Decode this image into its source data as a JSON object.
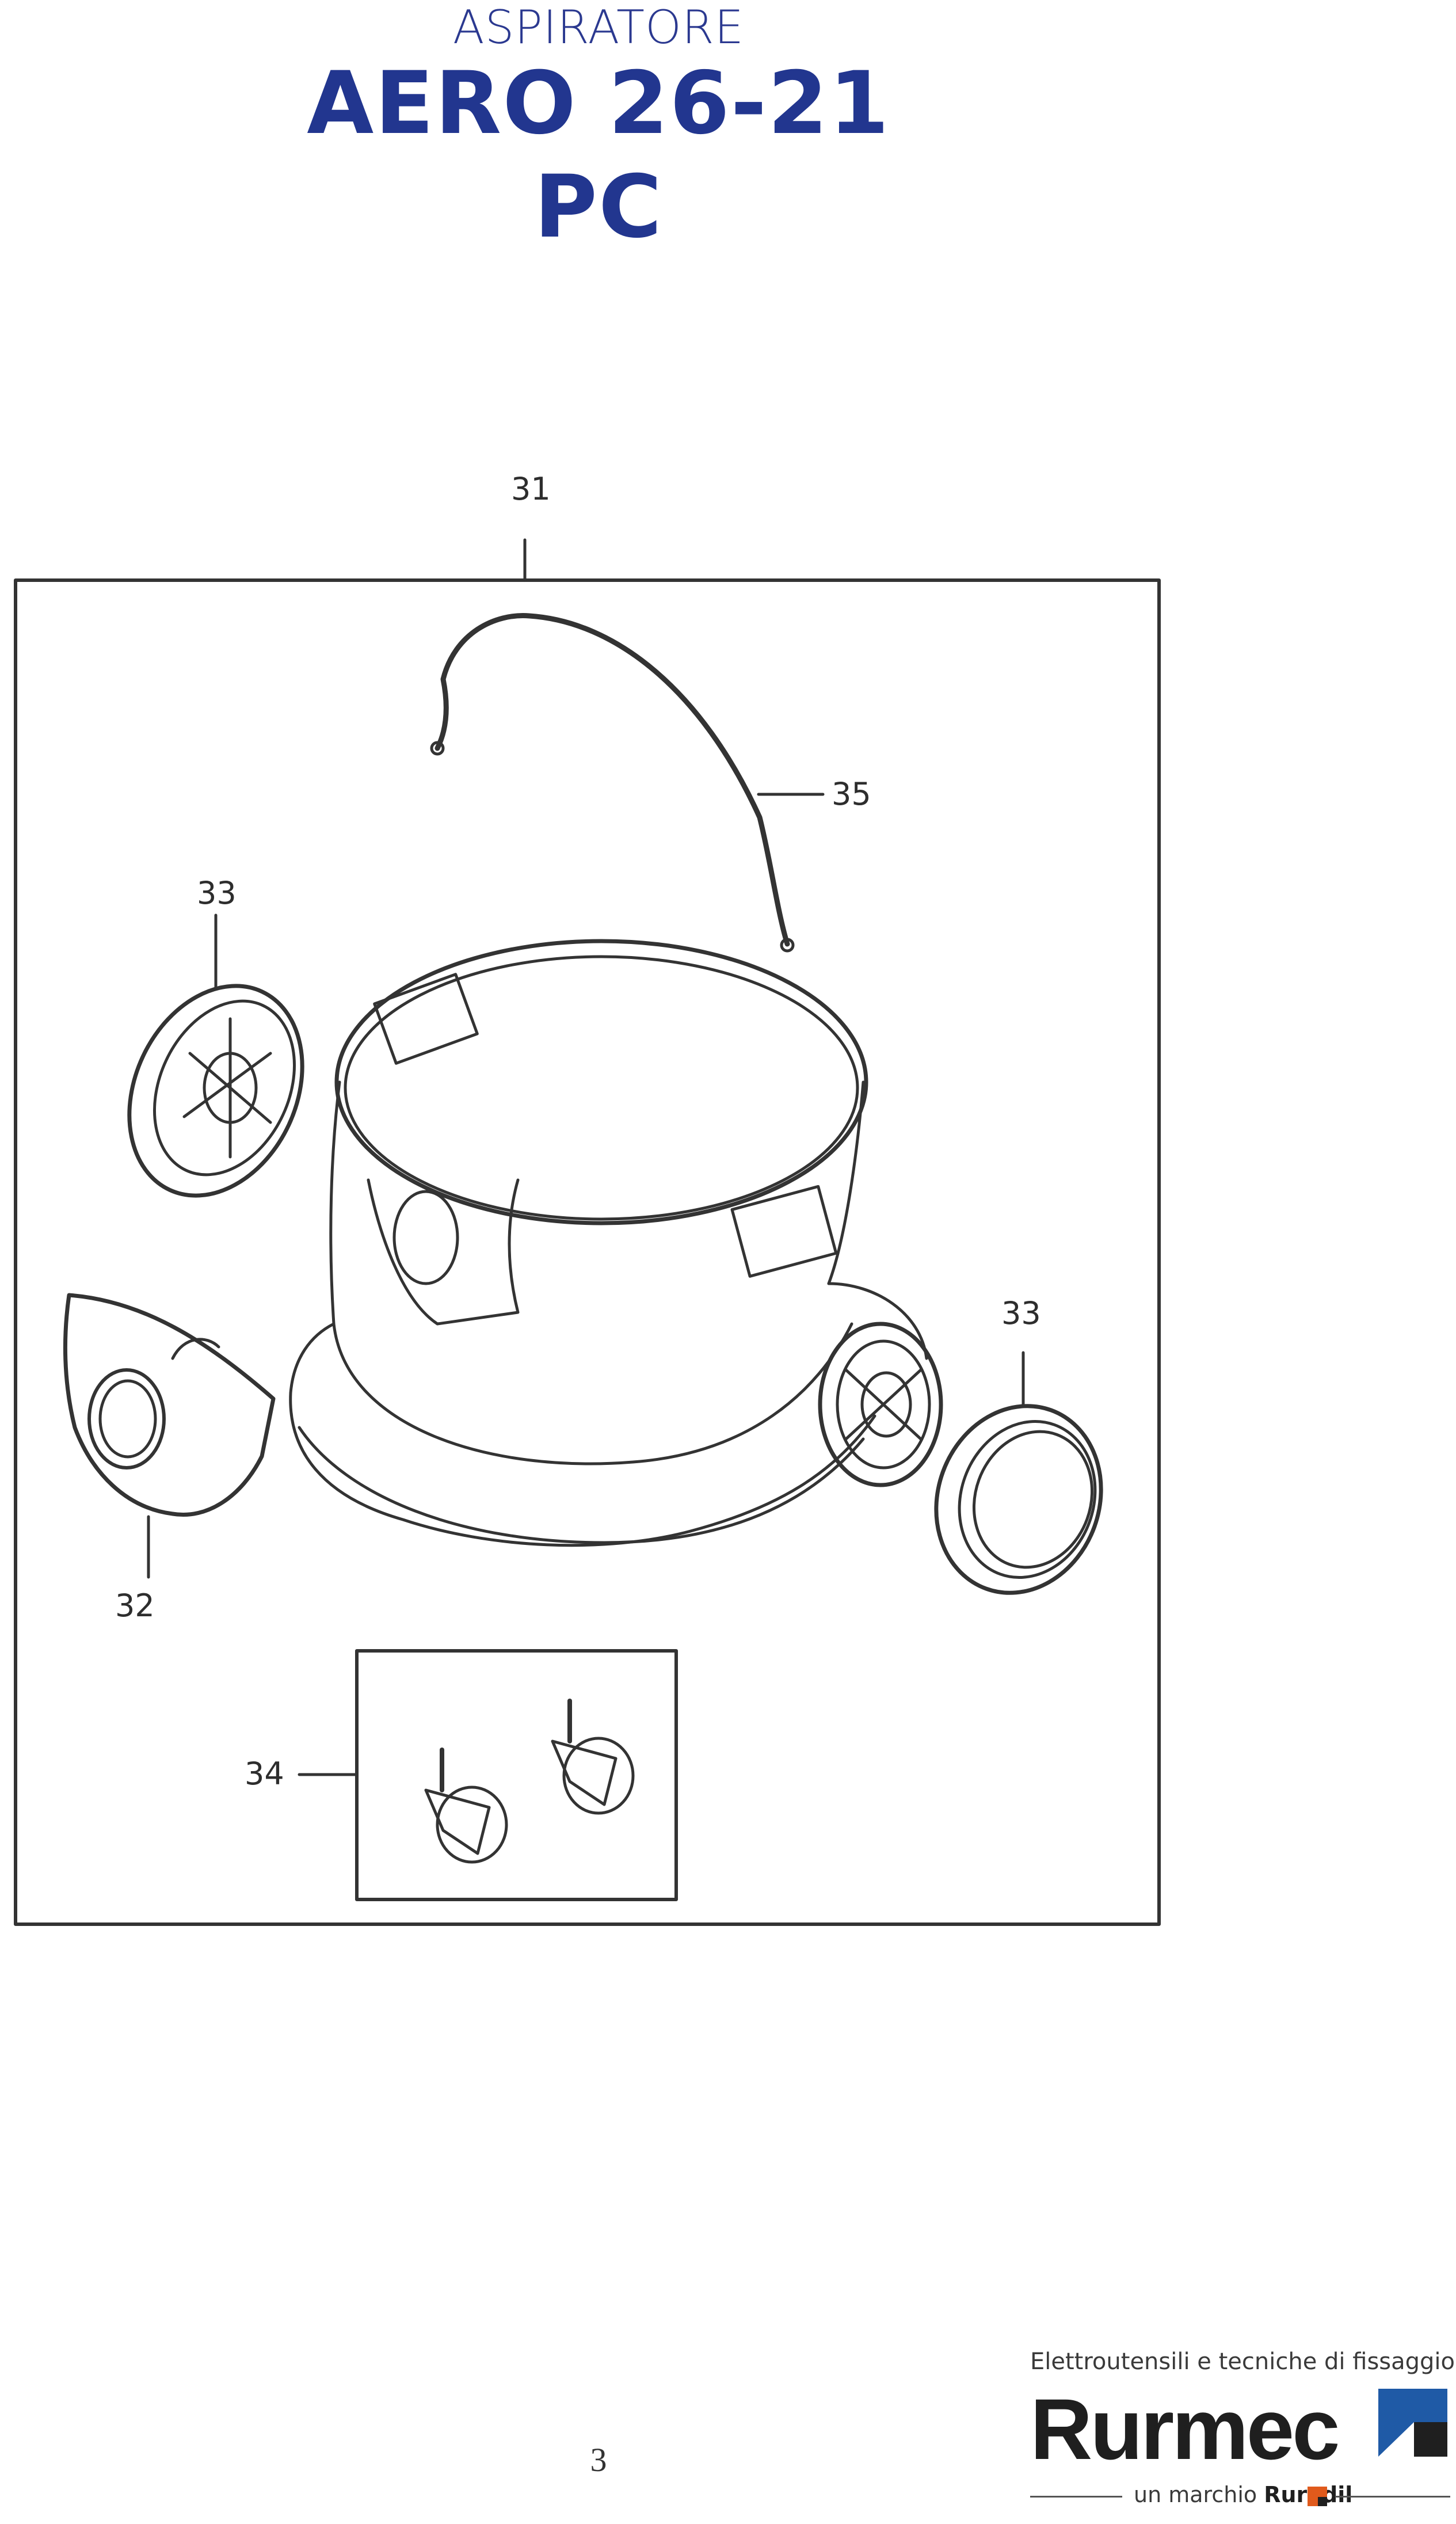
{
  "header": {
    "product_type": "ASPIRATORE",
    "model": "AERO 26-21 PC"
  },
  "diagram": {
    "callouts": [
      {
        "id": "31",
        "label": "31"
      },
      {
        "id": "35",
        "label": "35"
      },
      {
        "id": "33a",
        "label": "33"
      },
      {
        "id": "33b",
        "label": "33"
      },
      {
        "id": "32",
        "label": "32"
      },
      {
        "id": "34",
        "label": "34"
      }
    ]
  },
  "footer": {
    "page_number": "3",
    "tagline": "Elettroutensili e tecniche di fissaggio",
    "brand": "Rurmec",
    "sub_brand_prefix": "un marchio ",
    "sub_brand_name": "Ruredil"
  },
  "colors": {
    "title_blue": "#22368f",
    "line_art": "#333333",
    "brand_blue": "#1f5aa6",
    "brand_dark": "#1f1f1f",
    "accent_orange": "#e05a1c"
  }
}
